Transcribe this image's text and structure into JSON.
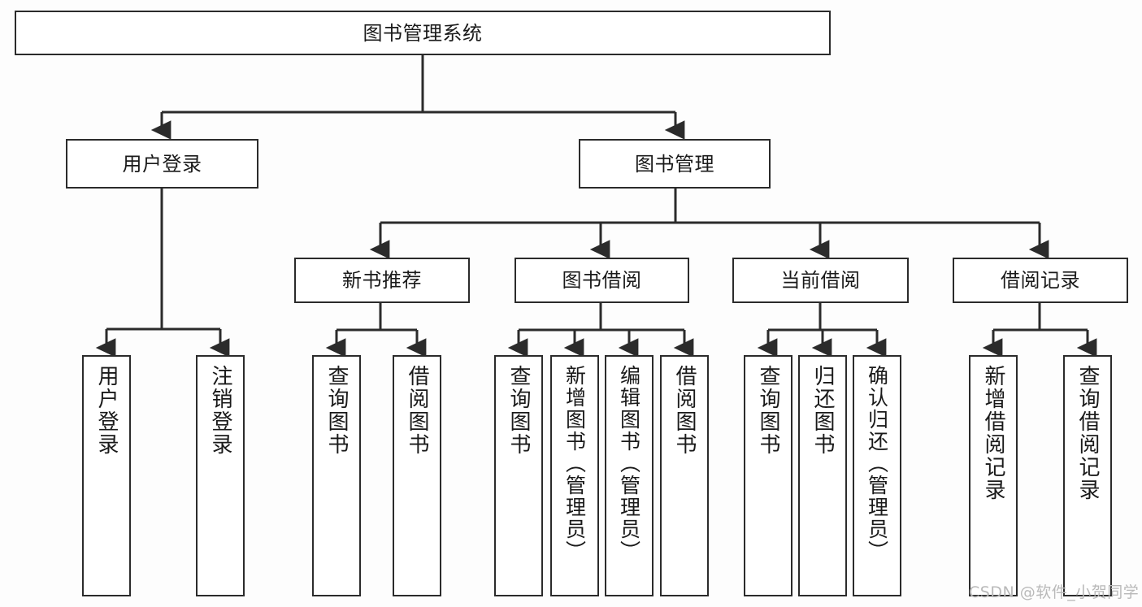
{
  "diagram": {
    "title": "图书管理系统",
    "type": "tree-hierarchy-chart",
    "root": {
      "label": "图书管理系统"
    },
    "level2": [
      {
        "label": "用户登录"
      },
      {
        "label": "图书管理"
      }
    ],
    "level3": [
      {
        "label": "新书推荐"
      },
      {
        "label": "图书借阅"
      },
      {
        "label": "当前借阅"
      },
      {
        "label": "借阅记录"
      }
    ],
    "leaves_user_login": [
      {
        "label": "用户登录"
      },
      {
        "label": "注销登录"
      }
    ],
    "leaves_new_books": [
      {
        "label": "查询图书"
      },
      {
        "label": "借阅图书"
      }
    ],
    "leaves_borrow": [
      {
        "label": "查询图书"
      },
      {
        "label": "新增图书（管理员）"
      },
      {
        "label": "编辑图书（管理员）"
      },
      {
        "label": "借阅图书"
      }
    ],
    "leaves_current": [
      {
        "label": "查询图书"
      },
      {
        "label": "归还图书"
      },
      {
        "label": "确认归还（管理员）"
      }
    ],
    "leaves_records": [
      {
        "label": "新增借阅记录"
      },
      {
        "label": "查询借阅记录"
      }
    ]
  },
  "watermark": {
    "text": "CSDN @软件_小贺同学"
  },
  "colors": {
    "border": "#2b2b2b",
    "text": "#1a1a1a",
    "background": "#fdfdfd",
    "watermark": "#b9b9b9"
  }
}
